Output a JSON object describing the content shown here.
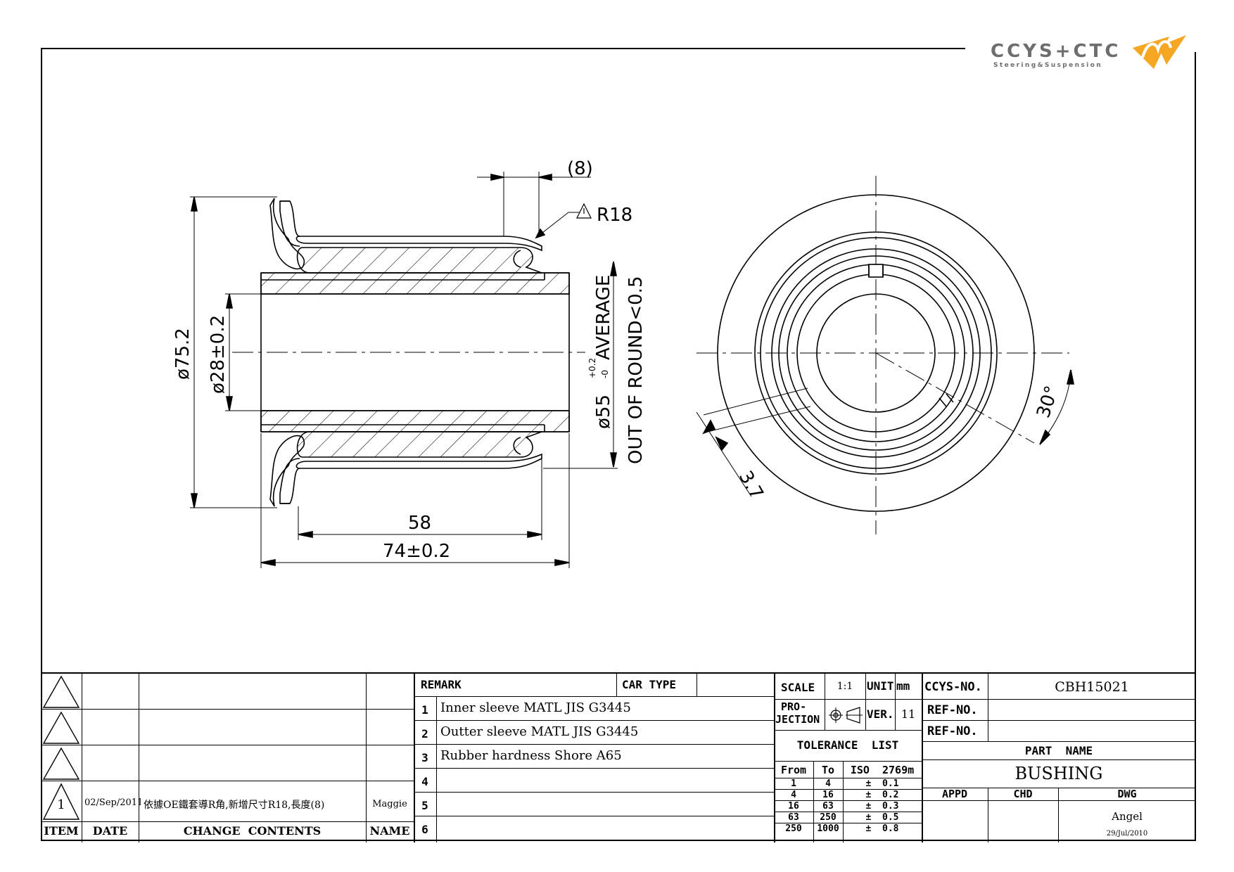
{
  "logo": {
    "brand": "CCYS+CTC",
    "tagline": "Steering&Suspension",
    "accent": "#f5a623",
    "ink": "#6d6d6d"
  },
  "dims": {
    "d_outer": "ø75.2",
    "d_inner": "ø28±0.2",
    "d_sleeve": "ø55",
    "tol_up": "+0.2",
    "tol_low": "-0",
    "average": "AVERAGE",
    "out_of_round": "OUT OF ROUND<0.5",
    "gap": "(8)",
    "radius": "R18",
    "len_58": "58",
    "len_74": "74±0.2",
    "angle": "30°",
    "width": "3.7"
  },
  "revision": {
    "item": "1",
    "date": "02/Sep/2011",
    "content": "依據OE鐵套導R角,新增尺寸R18,長度(8)",
    "name": "Maggie",
    "headers": {
      "item": "ITEM",
      "date": "DATE",
      "contents": "CHANGE  CONTENTS",
      "name": "NAME"
    }
  },
  "remark": {
    "header": "REMARK",
    "car_type_label": "CAR TYPE",
    "car_type_value": "",
    "rows": [
      {
        "no": "1",
        "text": "Inner sleeve MATL JIS G3445"
      },
      {
        "no": "2",
        "text": "Outter sleeve MATL JIS G3445"
      },
      {
        "no": "3",
        "text": "Rubber hardness Shore A65"
      },
      {
        "no": "4",
        "text": ""
      },
      {
        "no": "5",
        "text": ""
      },
      {
        "no": "6",
        "text": ""
      }
    ]
  },
  "spec": {
    "scale_label": "SCALE",
    "scale": "1:1",
    "unit_label": "UNIT",
    "unit": "mm",
    "projection_label_1": "PRO-",
    "projection_label_2": "JECTION",
    "ver_label": "VER.",
    "ver": "11",
    "tolerance_title": "TOLERANCE  LIST",
    "tolerance_headers": [
      "From",
      "To",
      "ISO  2769m"
    ],
    "tolerance_rows": [
      [
        "1",
        "4",
        "±  0.1"
      ],
      [
        "4",
        "16",
        "±  0.2"
      ],
      [
        "16",
        "63",
        "±  0.3"
      ],
      [
        "63",
        "250",
        "±  0.5"
      ],
      [
        "250",
        "1000",
        "±  0.8"
      ]
    ]
  },
  "title": {
    "ccys_label": "CCYS-NO.",
    "ccys_no": "CBH15021",
    "ref1_label": "REF-NO.",
    "ref1": "",
    "ref2_label": "REF-NO.",
    "ref2": "",
    "part_name_label": "PART  NAME",
    "part_name": "BUSHING",
    "appd_label": "APPD",
    "chd_label": "CHD",
    "dwg_label": "DWG",
    "appd": "",
    "chd": "",
    "dwg": "Angel",
    "dwg_date": "29/Jul/2010"
  }
}
